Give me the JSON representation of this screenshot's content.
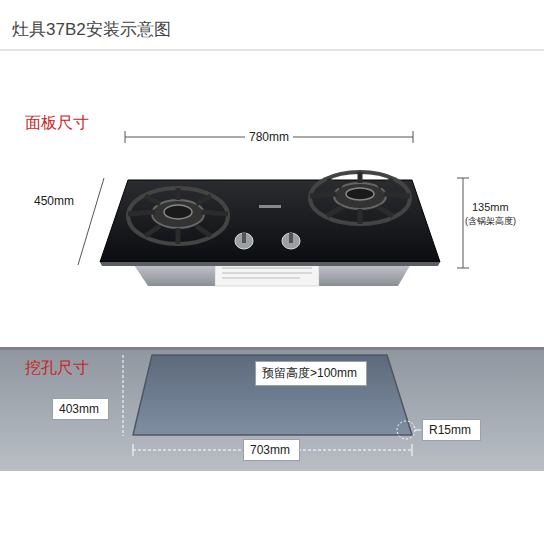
{
  "diagram": {
    "title": "灶具37B2安装示意图",
    "nodes": [
      {
        "text": [
          "预留高度>100mm"
        ]
      },
      {
        "text": [
          "403mm"
        ]
      },
      {
        "text": [
          "703mm"
        ]
      },
      {
        "text": [
          "R15mm"
        ]
      }
    ],
    "labels": [
      "面板尺寸",
      "780mm",
      "450mm",
      "135mm",
      "(含锅架高度)",
      "挖孔尺寸"
    ]
  }
}
